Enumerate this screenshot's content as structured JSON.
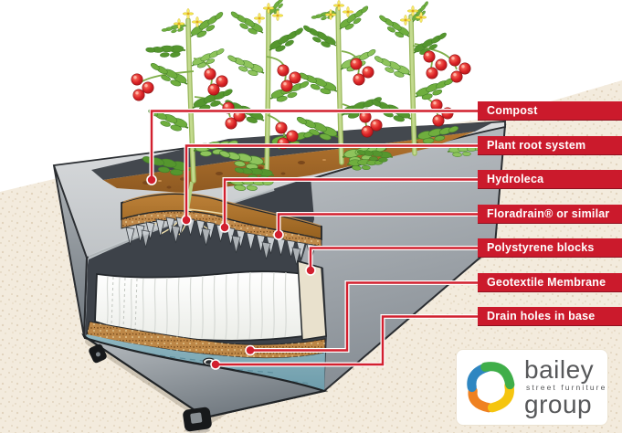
{
  "diagram": {
    "subject": "planter cross-section with tomato plants",
    "callout_labels": [
      "Compost",
      "Plant root system",
      "Hydroleca",
      "Floradrain® or similar",
      "Polystyrene blocks",
      "Geotextile Membrane",
      "Drain holes in base"
    ]
  },
  "logo": {
    "line1": "bailey",
    "tagline": "street furniture",
    "line2": "group"
  },
  "colors": {
    "label_red": "#cb1a2c",
    "callout_line_red": "#d2202f",
    "background_beige": "#f3ebdd",
    "planter_gray": "#9aa1a7",
    "compost_brown": "#a9692c",
    "hydroleca_tan": "#c0894a",
    "water_blue": "#7ba8b5",
    "polystyrene_white": "#fbfbf8",
    "logo_text_gray": "#57585a",
    "logo_blue": "#2e86c1",
    "logo_green": "#3fae49",
    "logo_yellow": "#f5c50f",
    "logo_orange": "#ef8121"
  }
}
